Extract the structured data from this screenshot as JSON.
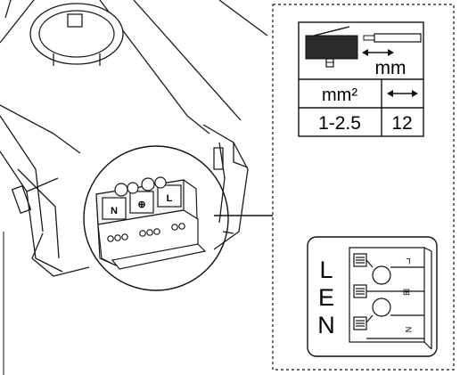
{
  "wire_spec": {
    "unit_label": "mm",
    "table_header_area": "mm²",
    "area_value": "1-2.5",
    "strip_value": "12"
  },
  "terminal_letters": [
    "L",
    "E",
    "N"
  ],
  "block_marks": {
    "neutral": "N",
    "earth": "⊕",
    "live": "L"
  },
  "label_marks": {
    "top": "L",
    "middle": "⊞",
    "bottom": "N"
  },
  "icons": [
    "double-arrow-icon",
    "wire-icon",
    "earth-symbol-icon",
    "screw-icon"
  ]
}
